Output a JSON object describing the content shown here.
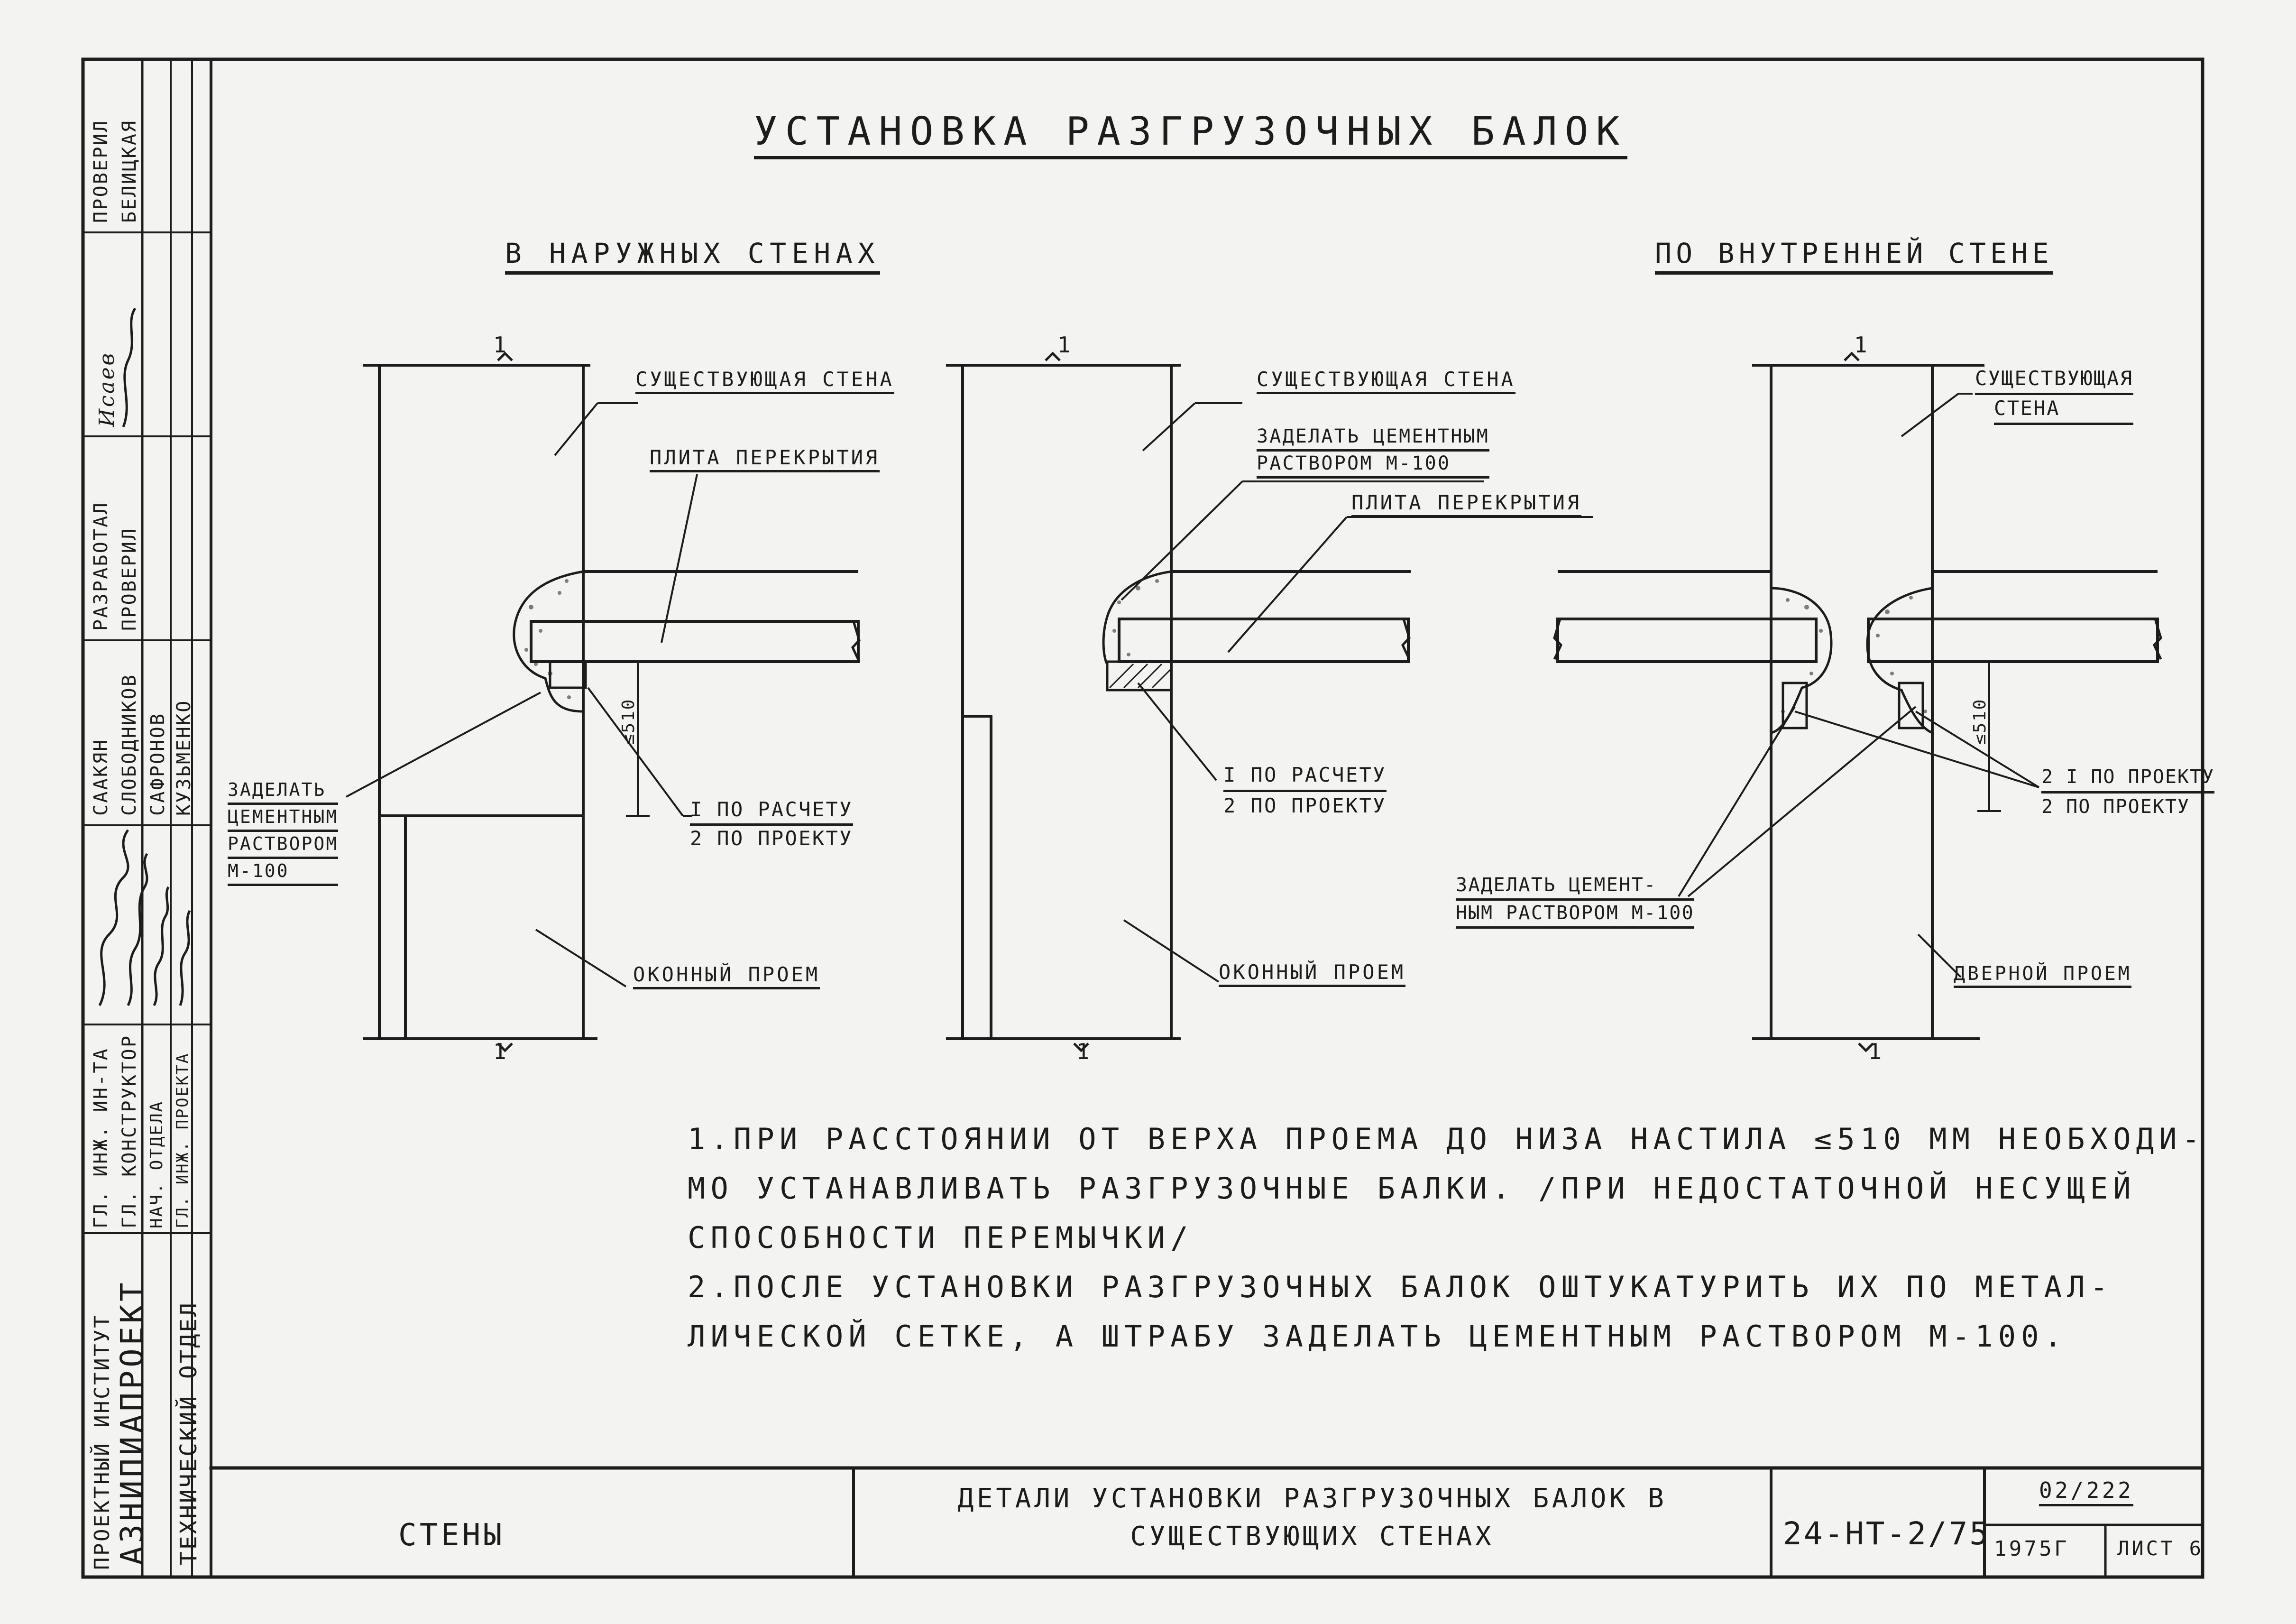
{
  "document": {
    "title": "Установка разгрузочных балок",
    "section_left": "в наружных стенах",
    "section_right": "по внутренней стене"
  },
  "details": {
    "d1": {
      "wall": "Существующая стена",
      "slab": "Плита перекрытия",
      "seal": [
        "Заделать",
        "цементным",
        "раствором",
        "М-100"
      ],
      "calc": [
        "I по расчету",
        "2 по проекту"
      ],
      "dim": "≤510",
      "opening": "Оконный проем",
      "cut_top": "1",
      "cut_bottom": "1"
    },
    "d2": {
      "wall": "Существующая стена",
      "seal": [
        "Заделать цементным",
        "раствором М-100"
      ],
      "slab": "Плита перекрытия",
      "calc": [
        "I по расчету",
        "2 по проекту"
      ],
      "opening": "Оконный проем",
      "cut_top": "1",
      "cut_bottom": "1"
    },
    "d3": {
      "wall": [
        "Существующая",
        "стена"
      ],
      "calc": [
        "2 I по проекту",
        "2 по проекту"
      ],
      "dim": "≤510",
      "seal": [
        "Заделать цемент-",
        "ным раствором М-100"
      ],
      "opening": "Дверной проем",
      "cut_top": "1",
      "cut_bottom": "1"
    }
  },
  "notes": [
    "1.При расстоянии от верха проема до низа настила ≤510 мм необходи-",
    "мо устанавливать разгрузочные балки. /При недостаточной несущей",
    "способности перемычки/",
    "2.После установки разгрузочных балок оштукатурить их по метал-",
    "лической сетке, а штрабу заделать цементным раствором М-100."
  ],
  "stamp": {
    "institute": [
      "Проектный институт",
      "Азнипиапроект",
      "Технический отдел"
    ],
    "roles": [
      "Гл. инж. ин-та",
      "Гл. конструктор",
      "Нач. отдела",
      "Гл. инж. проекта",
      "Разработал",
      "Проверил",
      "Проверил"
    ],
    "names": [
      "Саакян",
      "Слободников",
      "Сафронов",
      "Кузьменко",
      "Исаев",
      "Белицкая"
    ],
    "section": "Стены",
    "drawing_title": [
      "Детали установки разгрузочных балок в",
      "существующих стенах"
    ],
    "code": "24-НТ-2/75",
    "number": "02/222",
    "year": "1975г",
    "sheet": "Лист 6"
  }
}
